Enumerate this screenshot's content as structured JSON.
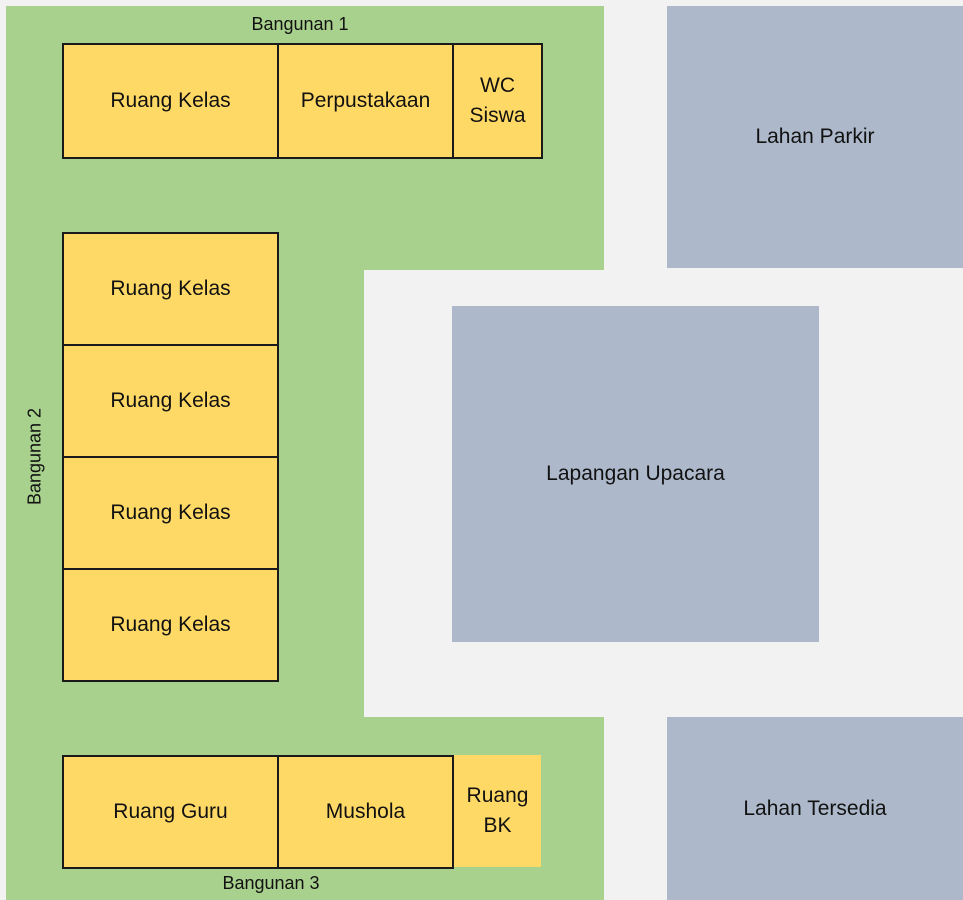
{
  "buildings": {
    "b1_label": "Bangunan 1",
    "b2_label": "Bangunan 2",
    "b3_label": "Bangunan 3"
  },
  "rooms": {
    "b1_ruang_kelas": "Ruang Kelas",
    "b1_perpustakaan": "Perpustakaan",
    "b1_wc_line1": "WC",
    "b1_wc_line2": "Siswa",
    "b2_ruang_kelas_1": "Ruang Kelas",
    "b2_ruang_kelas_2": "Ruang Kelas",
    "b2_ruang_kelas_3": "Ruang Kelas",
    "b2_ruang_kelas_4": "Ruang Kelas",
    "b3_ruang_guru": "Ruang Guru",
    "b3_mushola": "Mushola",
    "b3_bk_line1": "Ruang",
    "b3_bk_line2": "BK"
  },
  "areas": {
    "lahan_parkir": "Lahan Parkir",
    "lapangan_upacara": "Lapangan Upacara",
    "lahan_tersedia": "Lahan Tersedia"
  },
  "colors": {
    "building_area": "#a9d18e",
    "room_fill": "#ffd966",
    "open_area": "#adb9ca",
    "background": "#f2f2f2"
  }
}
